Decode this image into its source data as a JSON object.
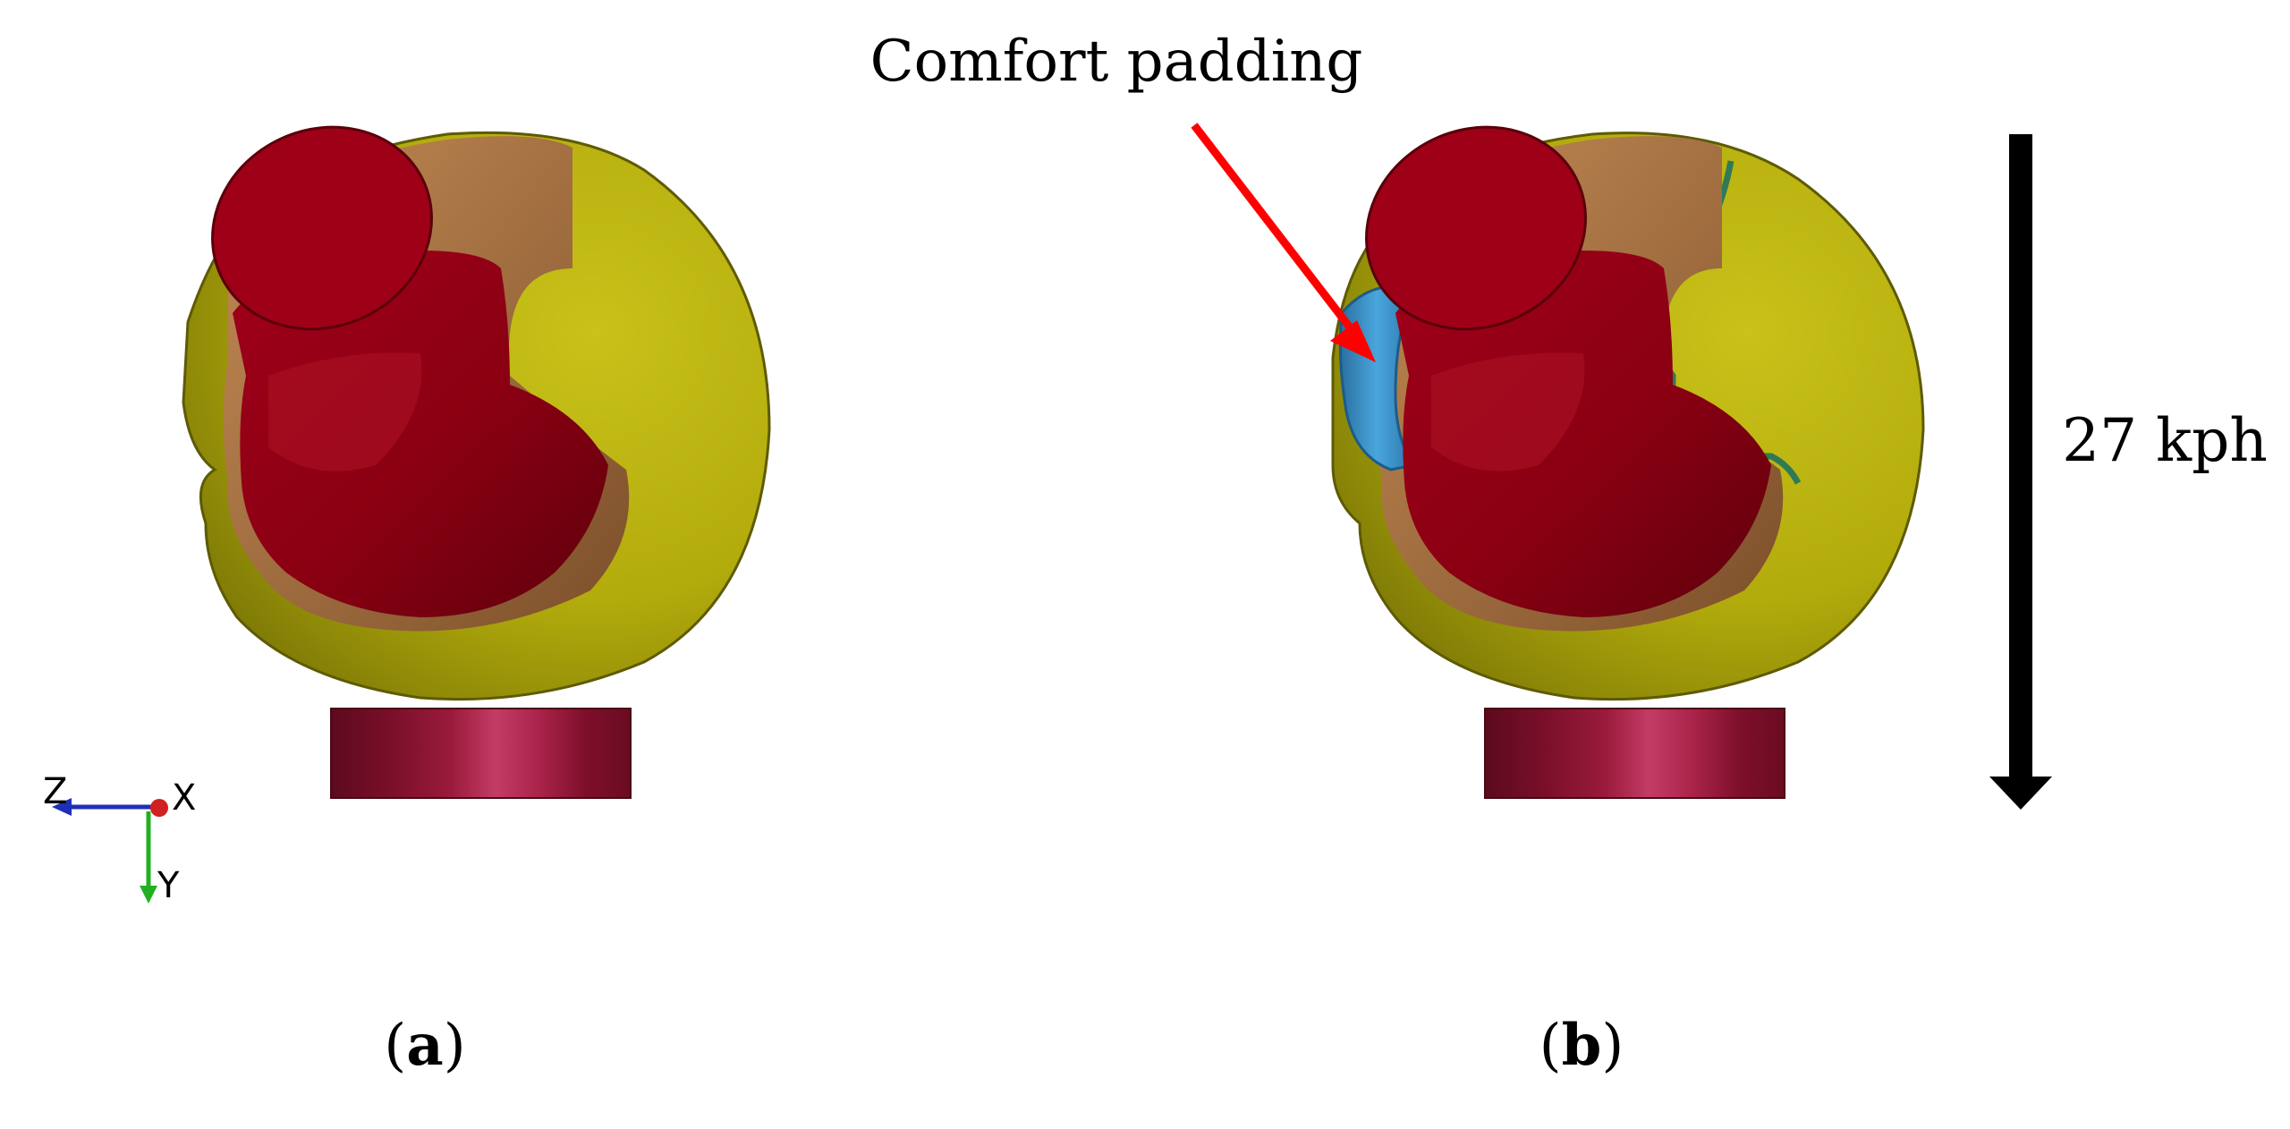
{
  "annotation": {
    "label": "Comfort padding",
    "arrow_color": "#ff0000"
  },
  "velocity": {
    "label": "27 kph",
    "arrow_color": "#000000"
  },
  "axes": {
    "z": "Z",
    "x": "X",
    "y": "Y",
    "z_color": "#1f2fb8",
    "y_color": "#22b022",
    "x_color": "#d02020"
  },
  "panels": [
    {
      "letter": "a",
      "open": "(",
      "close": ")"
    },
    {
      "letter": "b",
      "open": "(",
      "close": ")"
    }
  ],
  "colors": {
    "helmet_shell": "#b5b10e",
    "headform": "#8a0012",
    "liner": "#b07a45",
    "comfort_padding": "#3b8fc6",
    "anvil": "#8c1230",
    "green_edge": "#2f7a55"
  }
}
